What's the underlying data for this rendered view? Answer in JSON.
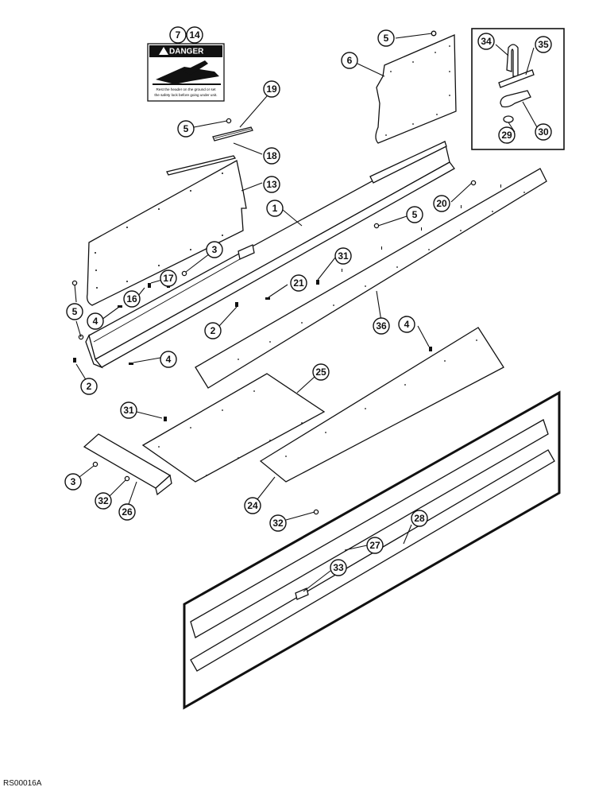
{
  "figure_id": "RS00016A",
  "danger_decal": {
    "heading": "DANGER",
    "text_line1": "Rest the header on the ground or set",
    "text_line2": "the safety lock before going under unit."
  },
  "callouts": [
    "1",
    "2",
    "3",
    "4",
    "5",
    "6",
    "7",
    "13",
    "14",
    "16",
    "17",
    "18",
    "19",
    "20",
    "21",
    "24",
    "25",
    "26",
    "27",
    "28",
    "29",
    "30",
    "31",
    "32",
    "33",
    "34",
    "35",
    "36"
  ]
}
